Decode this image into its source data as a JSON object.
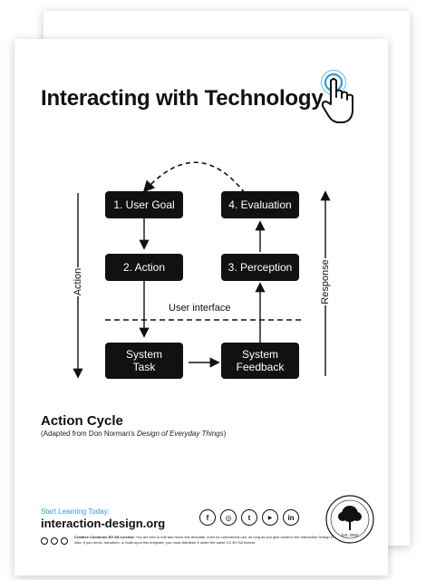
{
  "title": "Interacting with Technology",
  "diagram": {
    "boxes": {
      "user_goal": "1. User Goal",
      "evaluation": "4. Evaluation",
      "action": "2. Action",
      "perception": "3. Perception",
      "system_task_line1": "System",
      "system_task_line2": "Task",
      "system_feedback_line1": "System",
      "system_feedback_line2": "Feedback"
    },
    "left_axis_label": "Action",
    "right_axis_label": "Response",
    "divider_label": "User interface"
  },
  "caption": {
    "heading": "Action Cycle",
    "note_prefix": "(Adapted from Don Norman's ",
    "note_title": "Design of Everyday Things",
    "note_suffix": ")"
  },
  "footer": {
    "cta": "Start Learning Today:",
    "site": "interaction-design.org",
    "socials": [
      {
        "icon": "facebook-icon",
        "glyph": "f"
      },
      {
        "icon": "instagram-icon",
        "glyph": "◎"
      },
      {
        "icon": "twitter-icon",
        "glyph": "t"
      },
      {
        "icon": "youtube-icon",
        "glyph": "▶"
      },
      {
        "icon": "linkedin-icon",
        "glyph": "in"
      }
    ],
    "license_heading": "Creative Commons BY-SA License:",
    "license_text": "You are free to edit and remix this template, even for commercial use, as long as you give credit to the Interaction Design Foundation. Also, if you remix, transform, or build upon this template, you must distribute it under the same CC BY-SA license.",
    "seal_text": "Est. 2002"
  },
  "colors": {
    "accent": "#2a9fd6",
    "box": "#111111"
  }
}
